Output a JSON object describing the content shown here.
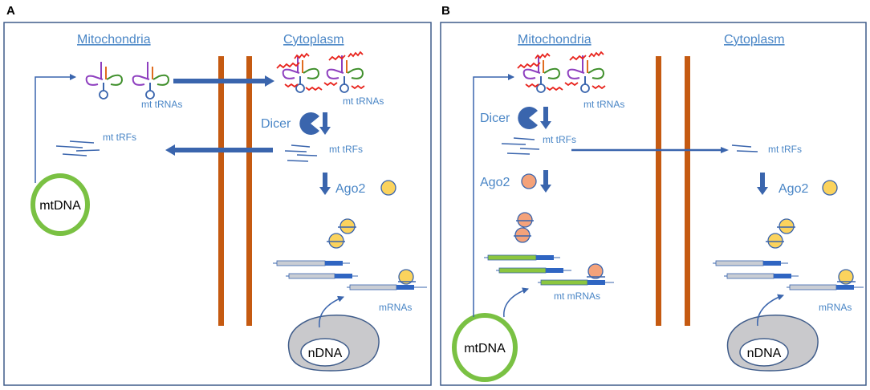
{
  "colors": {
    "panel_border": "#3f5c8a",
    "text_blue": "#4a86c6",
    "arrow_blue": "#3a65ad",
    "membrane": "#c55a11",
    "mtdna_ring": "#7ac143",
    "ndna_fill": "#c9c9cc",
    "ago2_cytoplasmic": "#fbd35d",
    "ago2_mitochondrial": "#f4a27a",
    "trf_red": "#e8231c",
    "trna_purple": "#8e3fbf",
    "trna_green": "#3f8f2b",
    "trna_orange": "#e06c1f",
    "mrna_gray": "#c9cdd4",
    "mrna_green": "#8cc63f",
    "mrna_blue": "#2f65c2"
  },
  "panels": [
    {
      "letter": "A",
      "mitochondria": "Mitochondria",
      "cytoplasm": "Cytoplasm",
      "mt_trnas_left": "mt tRNAs",
      "mt_trnas_right": "mt tRNAs",
      "dicer": "Dicer",
      "mt_trfs_left": "mt tRFs",
      "mt_trfs_right": "mt tRFs",
      "ago2": "Ago2",
      "mrnas": "mRNAs",
      "mtdna": "mtDNA",
      "ndna": "nDNA"
    },
    {
      "letter": "B",
      "mitochondria": "Mitochondria",
      "cytoplasm": "Cytoplasm",
      "mt_trnas": "mt tRNAs",
      "dicer": "Dicer",
      "mt_trfs_left": "mt tRFs",
      "mt_trfs_right": "mt tRFs",
      "ago2_left": "Ago2",
      "ago2_right": "Ago2",
      "mt_mrnas": "mt mRNAs",
      "mrnas": "mRNAs",
      "mtdna": "mtDNA",
      "ndna": "nDNA"
    }
  ]
}
